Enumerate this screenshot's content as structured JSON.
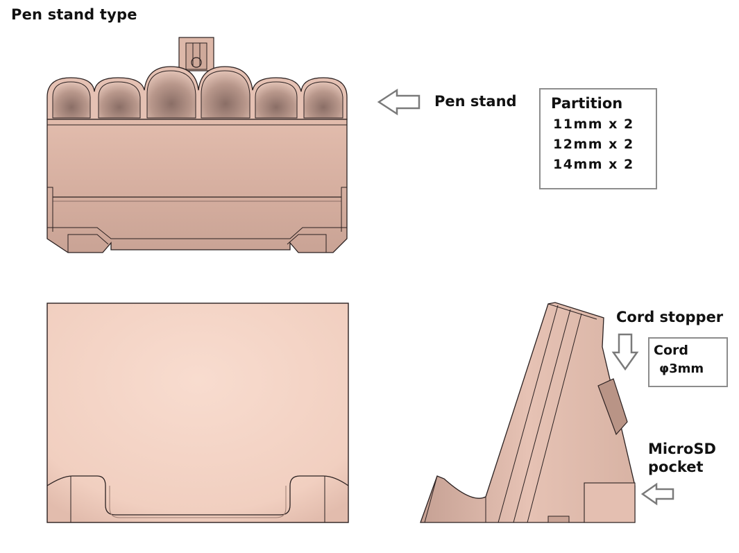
{
  "title": "Pen stand type",
  "labels": {
    "pen_stand": "Pen stand",
    "cord_stopper": "Cord stopper",
    "microsd_line1": "MicroSD",
    "microsd_line2": "pocket"
  },
  "partition_box": {
    "heading": "Partition",
    "items": [
      "11mm x 2",
      "12mm x 2",
      "14mm x 2"
    ]
  },
  "cord_box": {
    "heading": "Cord",
    "value": "φ3mm"
  },
  "colors": {
    "body_light": "#f6d6c9",
    "body_mid": "#e7c1b2",
    "body_dark": "#c4a092",
    "edge": "#2a2020",
    "arrow": "#7a7a7a",
    "box_border": "#8c8c8c"
  }
}
